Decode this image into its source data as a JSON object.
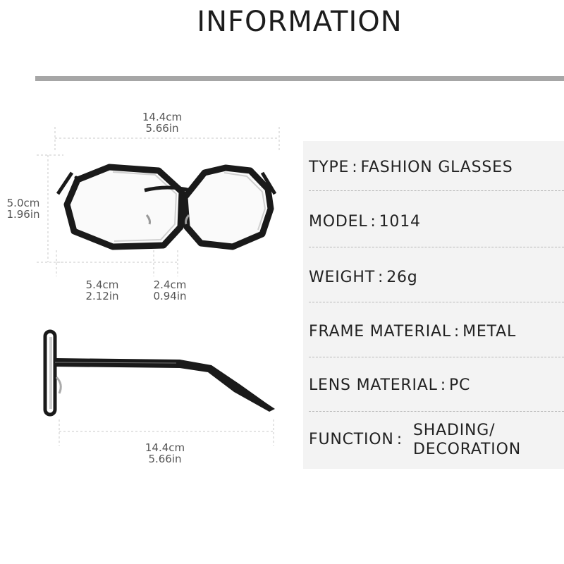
{
  "header": {
    "title": "INFORMATION"
  },
  "dimensions": {
    "top_width": {
      "cm": "14.4cm",
      "in": "5.66in"
    },
    "height": {
      "cm": "5.0cm",
      "in": "1.96in"
    },
    "lens_width": {
      "cm": "5.4cm",
      "in": "2.12in"
    },
    "bridge": {
      "cm": "2.4cm",
      "in": "0.94in"
    },
    "temple": {
      "cm": "14.4cm",
      "in": "5.66in"
    }
  },
  "specs": [
    {
      "label": "TYPE",
      "value": "FASHION GLASSES"
    },
    {
      "label": "MODEL",
      "value": "1014"
    },
    {
      "label": "WEIGHT",
      "value": "26g"
    },
    {
      "label": "FRAME MATERIAL",
      "value": "METAL"
    },
    {
      "label": "LENS MATERIAL",
      "value": "PC"
    }
  ],
  "function": {
    "label": "FUNCTION",
    "value_line1": "SHADING/",
    "value_line2": "DECORATION"
  },
  "colors": {
    "frame": "#1a1a1a",
    "rule": "#a6a6a6",
    "panel": "#f3f3f3"
  }
}
